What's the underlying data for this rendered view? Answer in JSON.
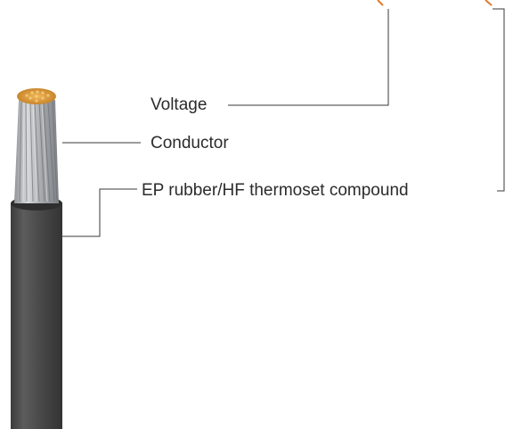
{
  "labels": {
    "voltage": "Voltage",
    "conductor": "Conductor",
    "insulation": "EP rubber/HF thermoset compound"
  },
  "colors": {
    "sheath": "#4a4a4a",
    "sheath_highlight": "#6a6a6a",
    "wire_silver": "#b9bcc0",
    "core_copper": "#d89a3a",
    "leader_line": "#3a3a3a",
    "accent_orange": "#e07a2e"
  }
}
